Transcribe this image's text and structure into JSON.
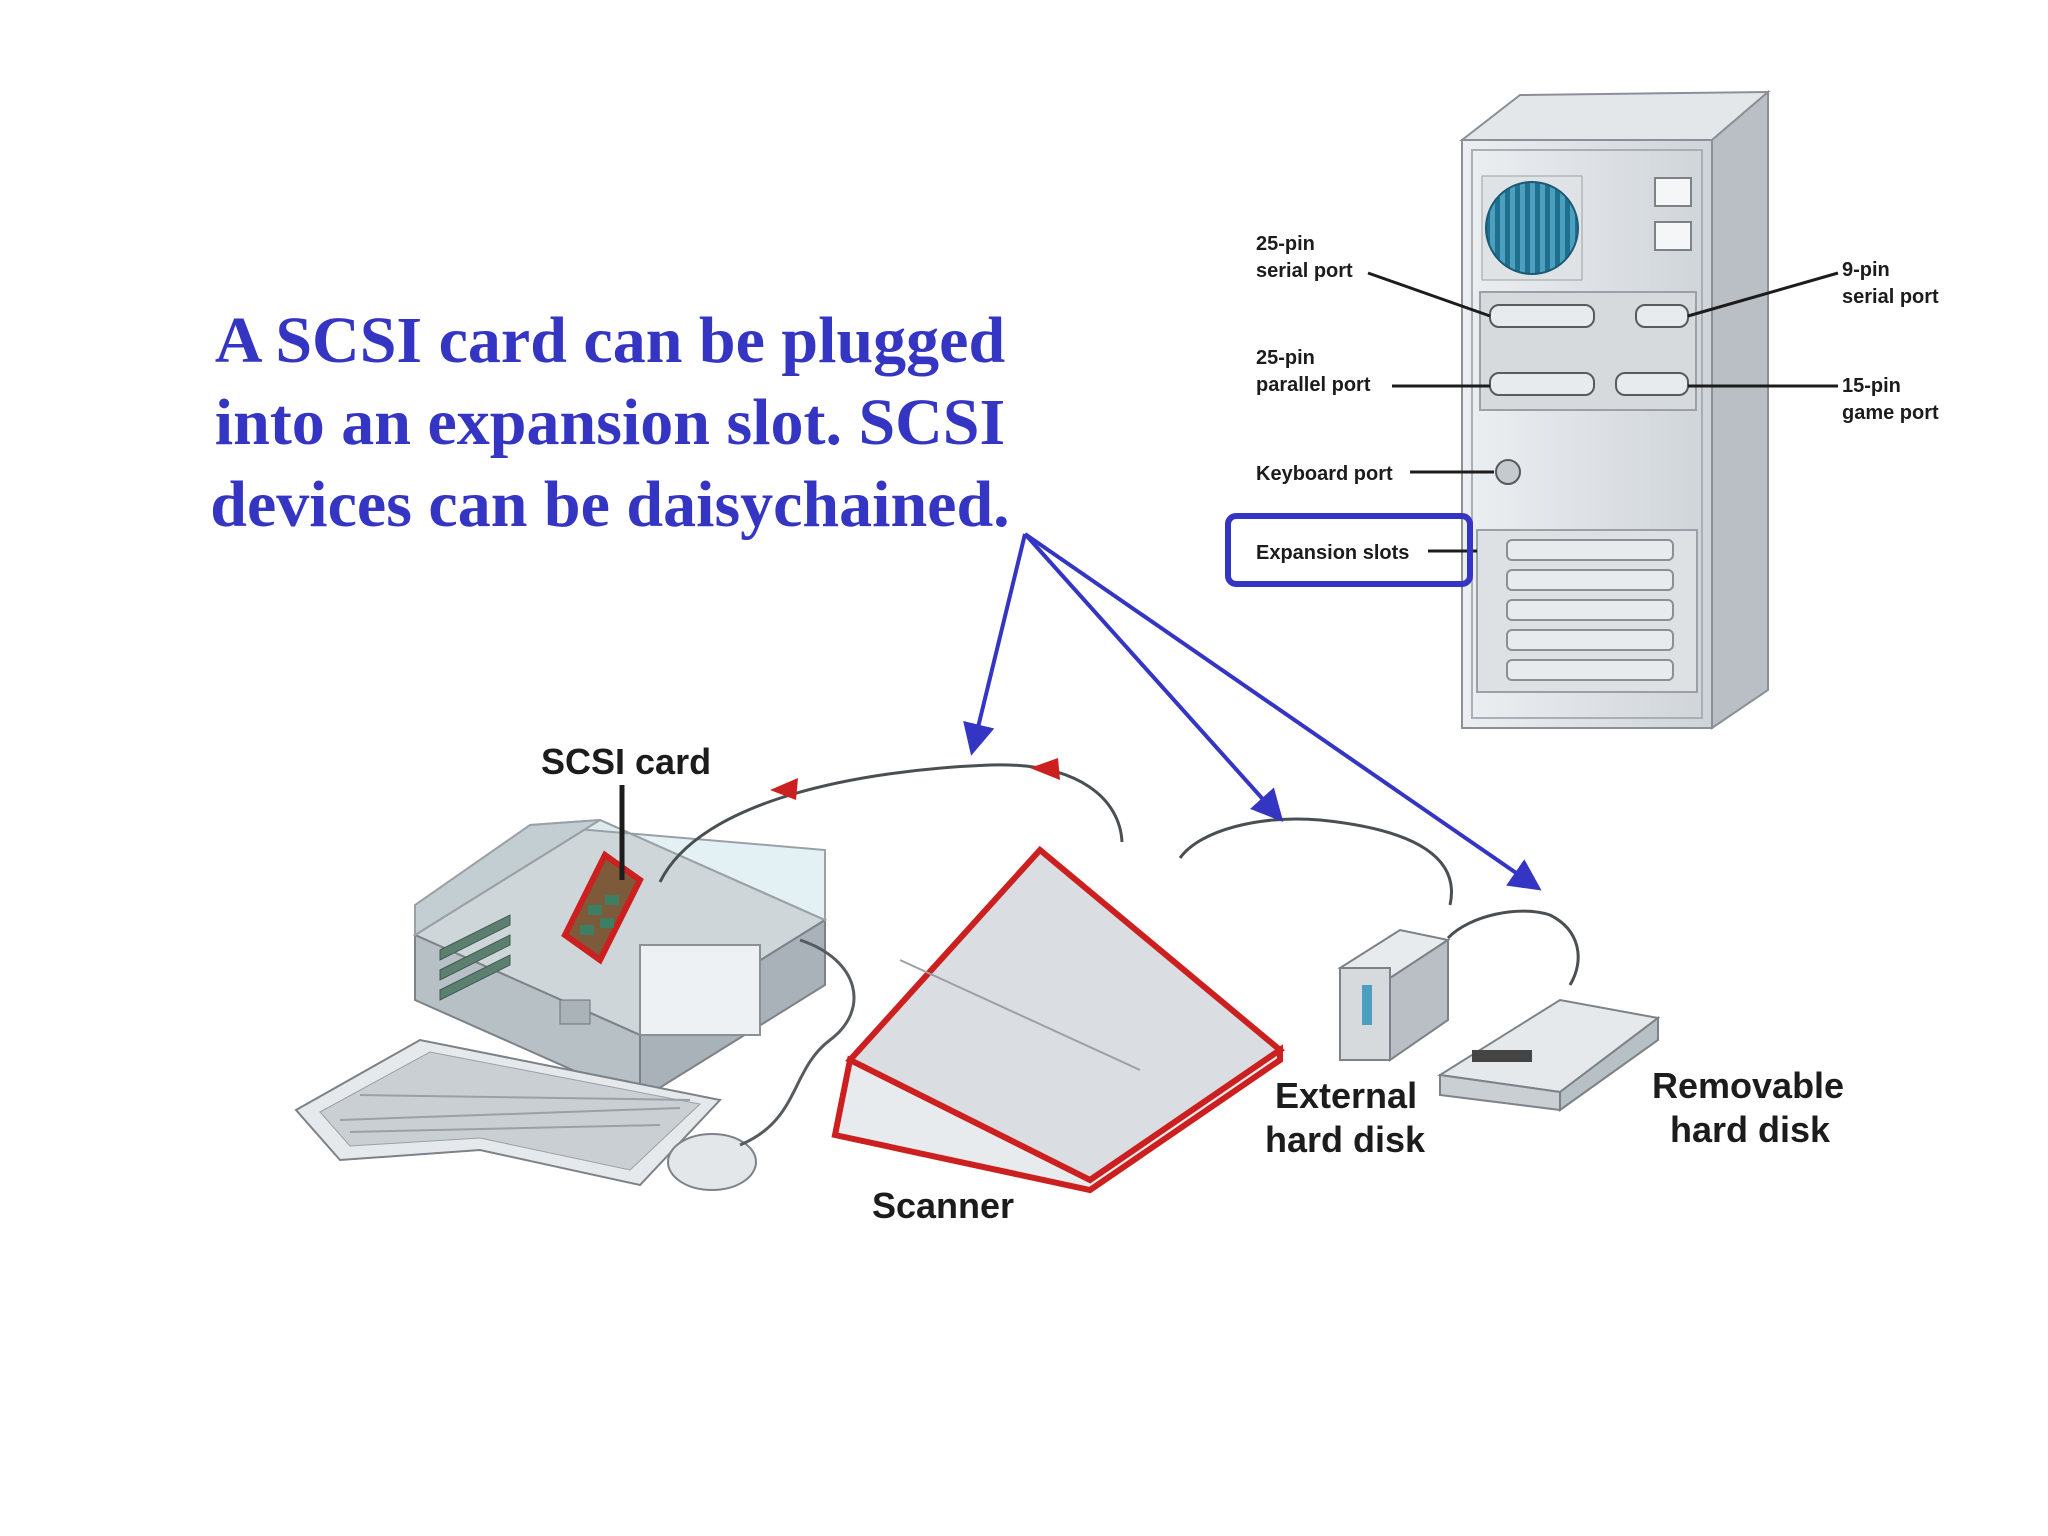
{
  "headline": {
    "line1": "A SCSI card can be plugged",
    "line2": "into an expansion slot.  SCSI",
    "line3": "devices can be daisychained."
  },
  "tower_labels": {
    "serial25_a": "25-pin",
    "serial25_b": "serial port",
    "serial9_a": "9-pin",
    "serial9_b": "serial port",
    "parallel25_a": "25-pin",
    "parallel25_b": "parallel port",
    "game15_a": "15-pin",
    "game15_b": "game port",
    "keyboard": "Keyboard port",
    "expansion": "Expansion slots"
  },
  "device_labels": {
    "scsi_card": "SCSI card",
    "scanner": "Scanner",
    "external_a": "External",
    "external_b": "hard disk",
    "removable_a": "Removable",
    "removable_b": "hard disk"
  },
  "colors": {
    "headline": "#3535c4",
    "annotation_arrow": "#3535c4",
    "highlight_red": "#cc1f1f",
    "label_text": "#1c1c1c"
  }
}
